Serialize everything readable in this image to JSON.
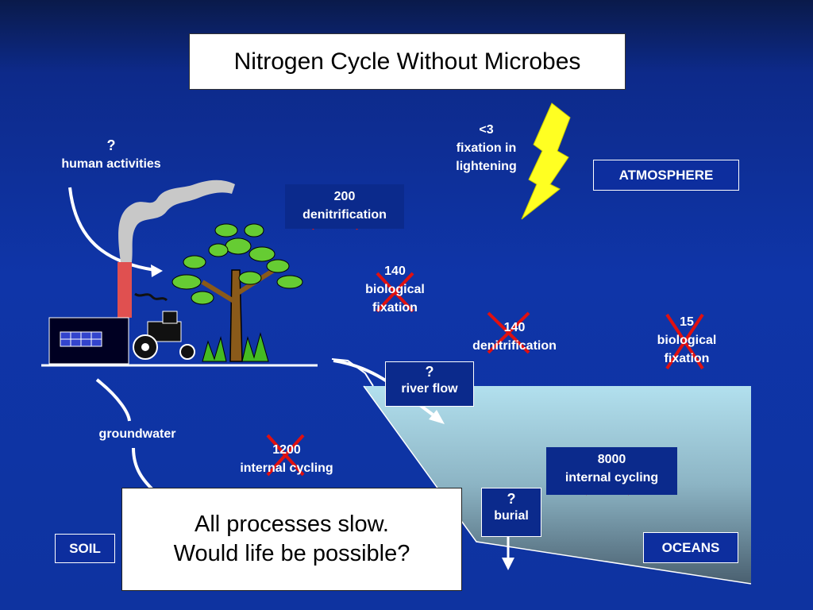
{
  "title": "Nitrogen Cycle Without Microbes",
  "regions": {
    "atmosphere": "ATMOSPHERE",
    "soil": "SOIL",
    "oceans": "OCEANS"
  },
  "human_activities": {
    "value": "?",
    "label": "human activities"
  },
  "lightning": {
    "value": "<3",
    "line1": "fixation in",
    "line2": "lightening"
  },
  "denitrification_land": {
    "value": "200",
    "label": "denitrification"
  },
  "bio_fixation_land": {
    "value": "140",
    "line1": "biological",
    "line2": "fixation"
  },
  "denitrification_ocean": {
    "value": "140",
    "label": "denitrification"
  },
  "bio_fixation_ocean": {
    "value": "15",
    "line1": "biological",
    "line2": "fixation"
  },
  "river_flow": {
    "value": "?",
    "label": "river flow"
  },
  "groundwater": "groundwater",
  "soil_internal": {
    "value": "1200",
    "label": "internal cycling"
  },
  "ocean_internal": {
    "value": "8000",
    "label": "internal cycling"
  },
  "burial": {
    "value": "?",
    "label": "burial"
  },
  "callout": {
    "line1": "All processes slow.",
    "line2": "Would life be possible?"
  },
  "colors": {
    "cross": "#e01010",
    "lightning": "#ffff22",
    "ocean_top": "#a8d8e8",
    "ocean_bottom": "#506878"
  }
}
